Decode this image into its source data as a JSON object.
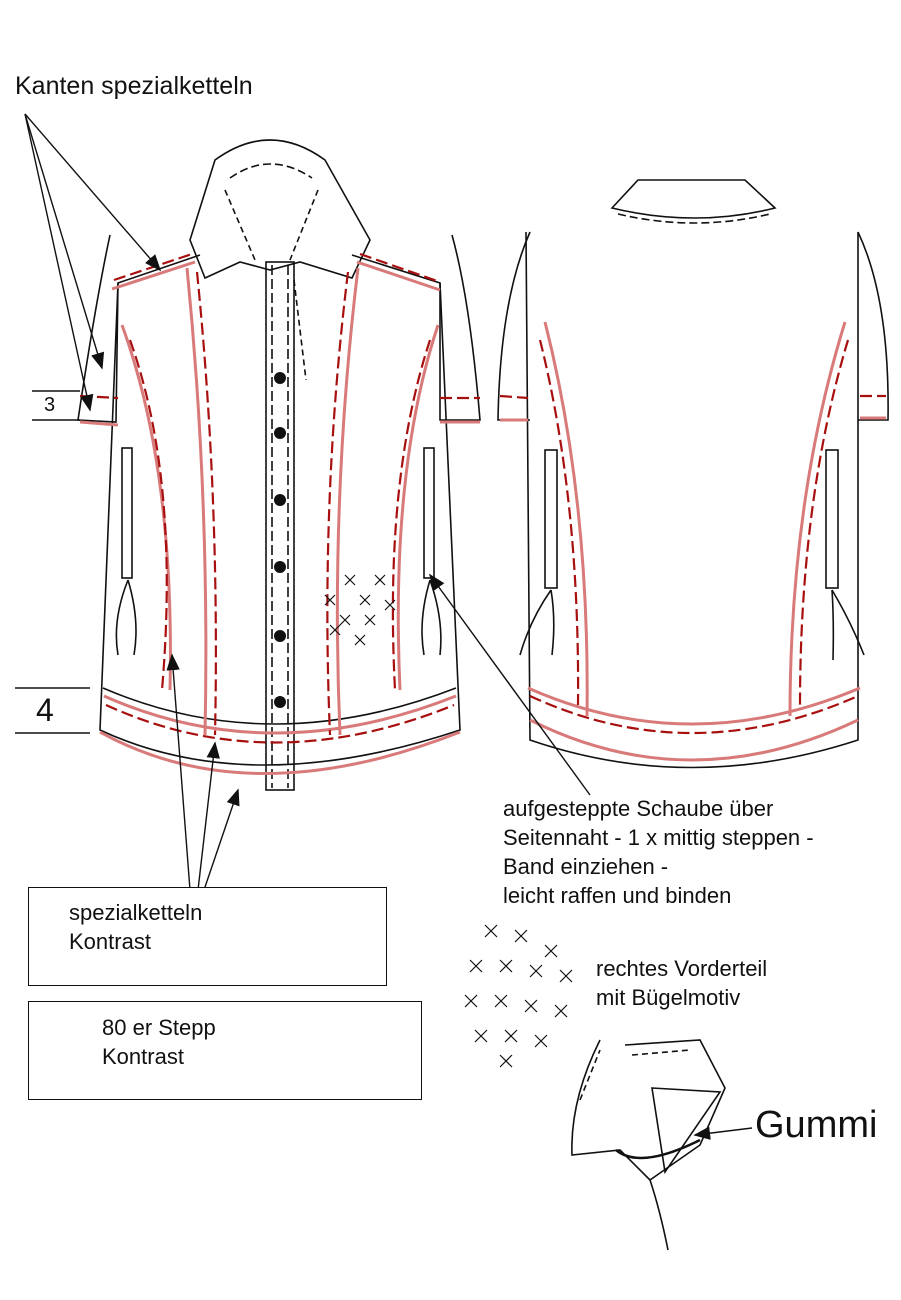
{
  "colors": {
    "ink": "#111111",
    "chain_contrast": "#d97a7a",
    "stitch_80": "#a81010"
  },
  "annotations": {
    "edges": "Kanten spezialketteln",
    "schaube": [
      "aufgesteppte Schaube über",
      "Seitennaht - 1 x mittig steppen -",
      "Band einziehen -",
      "leicht raffen und binden"
    ],
    "motif": [
      "rechtes Vorderteil",
      "mit Bügelmotiv"
    ],
    "gummi": "Gummi"
  },
  "measurements": {
    "sleeve_hem": "3",
    "body_hem": "4"
  },
  "legend": [
    {
      "lines": [
        "spezialketteln",
        "Kontrast"
      ],
      "style": "solid",
      "color": "#d97a7a"
    },
    {
      "lines": [
        "80 er Stepp",
        "Kontrast"
      ],
      "style": "dashed",
      "color": "#a81010"
    }
  ]
}
